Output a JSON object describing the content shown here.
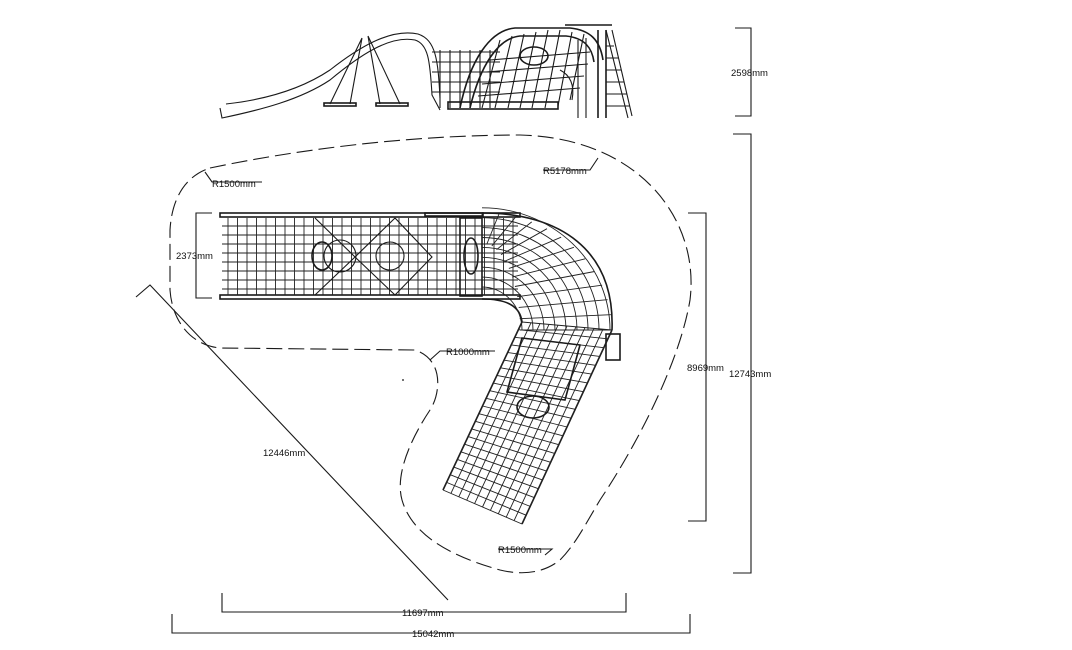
{
  "dimensions": {
    "height_side": "2598mm",
    "corner_radius_top_left": "R1500mm",
    "outer_radius": "R5178mm",
    "deck_width": "2373mm",
    "inner_radius": "R1000mm",
    "leg_depth": "8969mm",
    "total_depth": "12743mm",
    "diagonal": "12446mm",
    "corner_radius_bottom": "R1500mm",
    "structure_width": "11697mm",
    "total_width": "15042mm"
  }
}
